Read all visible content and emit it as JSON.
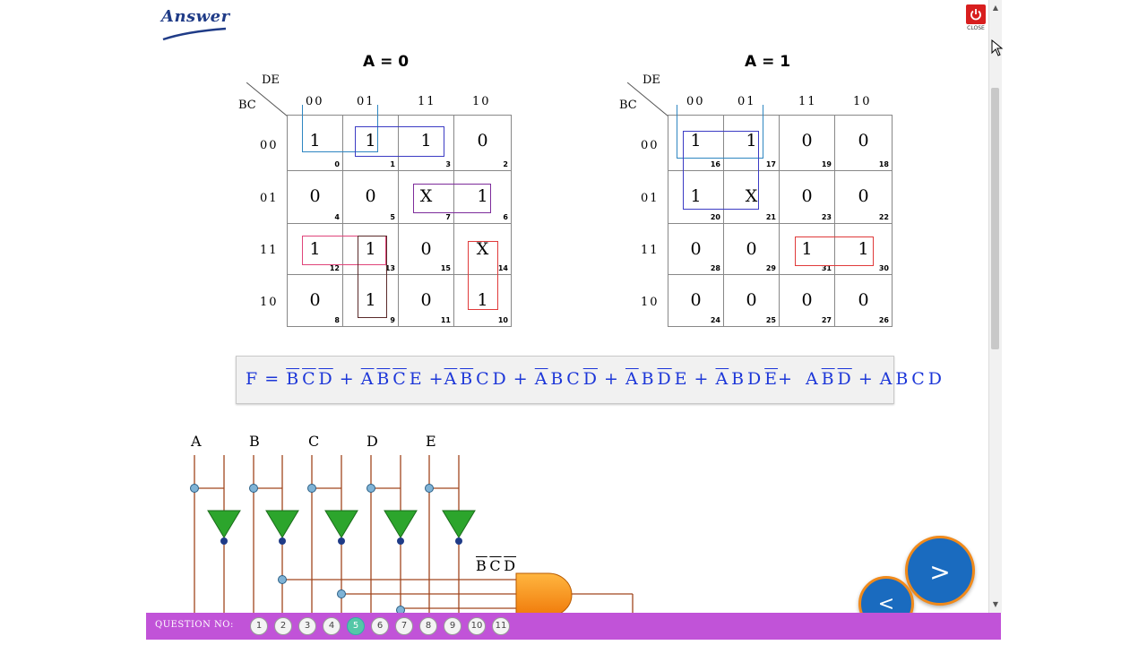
{
  "header": {
    "logo_text": "Answer",
    "close_label": "CLOSE"
  },
  "kmaps": [
    {
      "title": "A = 0",
      "row_var": "BC",
      "col_var": "DE",
      "col_heads": [
        "00",
        "01",
        "11",
        "10"
      ],
      "row_heads": [
        "00",
        "01",
        "11",
        "10"
      ],
      "values": [
        [
          "1",
          "1",
          "1",
          "0"
        ],
        [
          "0",
          "0",
          "X",
          "1"
        ],
        [
          "1",
          "1",
          "0",
          "X"
        ],
        [
          "0",
          "1",
          "0",
          "1"
        ]
      ],
      "indices": [
        [
          "0",
          "1",
          "3",
          "2"
        ],
        [
          "4",
          "5",
          "7",
          "6"
        ],
        [
          "12",
          "13",
          "15",
          "14"
        ],
        [
          "8",
          "9",
          "11",
          "10"
        ]
      ]
    },
    {
      "title": "A = 1",
      "row_var": "BC",
      "col_var": "DE",
      "col_heads": [
        "00",
        "01",
        "11",
        "10"
      ],
      "row_heads": [
        "00",
        "01",
        "11",
        "10"
      ],
      "values": [
        [
          "1",
          "1",
          "0",
          "0"
        ],
        [
          "1",
          "X",
          "0",
          "0"
        ],
        [
          "0",
          "0",
          "1",
          "1"
        ],
        [
          "0",
          "0",
          "0",
          "0"
        ]
      ],
      "indices": [
        [
          "16",
          "17",
          "19",
          "18"
        ],
        [
          "20",
          "21",
          "23",
          "22"
        ],
        [
          "28",
          "29",
          "31",
          "30"
        ],
        [
          "24",
          "25",
          "27",
          "26"
        ]
      ]
    }
  ],
  "formula": {
    "prefix": "F = ",
    "t1": [
      "B",
      "C",
      "D"
    ],
    "t2": [
      "A",
      "B",
      "C",
      "E"
    ],
    "t3": [
      "A",
      "B",
      "C",
      "D"
    ],
    "t4": [
      "A",
      "B",
      "C",
      "D"
    ],
    "t5": [
      "A",
      "B",
      "D",
      "E"
    ],
    "t6": [
      "A",
      "B",
      "D",
      "E"
    ],
    "t7": [
      "A",
      "B",
      "D"
    ],
    "t8": [
      "A",
      "B",
      "C",
      "D"
    ]
  },
  "circuit": {
    "inputs": [
      "A",
      "B",
      "C",
      "D",
      "E"
    ],
    "gate_label": [
      "B",
      "C",
      "D"
    ]
  },
  "bottom": {
    "question_label": "QUESTION NO:",
    "questions": [
      "1",
      "2",
      "3",
      "4",
      "5",
      "6",
      "7",
      "8",
      "9",
      "10",
      "11"
    ],
    "active": "5"
  },
  "nav": {
    "next": ">",
    "prev": "<"
  },
  "colors": {
    "bar": "#c153d8",
    "nav": "#1a6bbf",
    "nav_ring": "#f08a1b",
    "formula": "#1c36d8",
    "active_q": "#54c7a7"
  }
}
